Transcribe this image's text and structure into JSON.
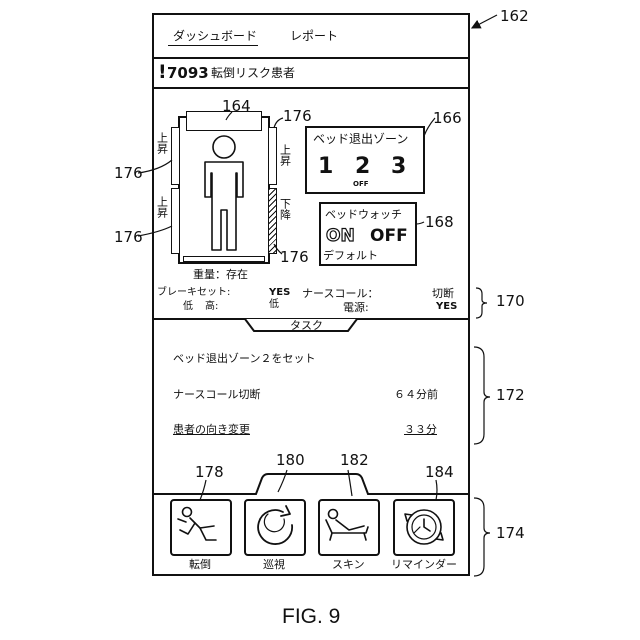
{
  "device_ref": "162",
  "tabs": {
    "dashboard": "ダッシュボード",
    "report": "レポート"
  },
  "patient": {
    "alert": "!",
    "room": "7093",
    "label": "転倒リスク患者"
  },
  "bed_panel": {
    "ref_outline": "164",
    "ref_rails": "176",
    "rail_top_left": "上昇",
    "rail_bottom_left": "上昇",
    "rail_top_right": "上昇",
    "rail_bottom_right": "下降",
    "weight_status": "重量：存在"
  },
  "exit_zone": {
    "ref": "166",
    "title": "ベッド退出ゾーン",
    "zones": [
      "1",
      "2",
      "3"
    ],
    "selected_sub": "OFF"
  },
  "bed_watch": {
    "ref": "168",
    "title": "ベッドウォッチ",
    "on": "ON",
    "off": "OFF",
    "default_label": "デフォルト"
  },
  "status_row": {
    "ref": "170",
    "brake_label": "ブレーキセット:",
    "brake_value": "YES",
    "low_label": "低",
    "high_label": "高:",
    "low_value": "低",
    "nurse_call_label": "ナースコール：",
    "nurse_call_value": "切断",
    "power_label": "電源:",
    "power_value": "YES"
  },
  "tasks": {
    "ref": "172",
    "tab_label": "タスク",
    "items": [
      {
        "text": "ベッド退出ゾーン２をセット",
        "time": ""
      },
      {
        "text": "ナースコール切断",
        "time": "６４分前"
      },
      {
        "text": "患者の向き変更",
        "time": "３３分"
      }
    ]
  },
  "actions": {
    "ref": "174",
    "buttons": [
      {
        "ref": "178",
        "label": "転倒",
        "icon": "fall-icon"
      },
      {
        "ref": "180",
        "label": "巡視",
        "icon": "rounding-icon"
      },
      {
        "ref": "182",
        "label": "スキン",
        "icon": "skin-icon"
      },
      {
        "ref": "184",
        "label": "リマインダー",
        "icon": "reminder-icon"
      }
    ]
  },
  "caption": "FIG. 9"
}
